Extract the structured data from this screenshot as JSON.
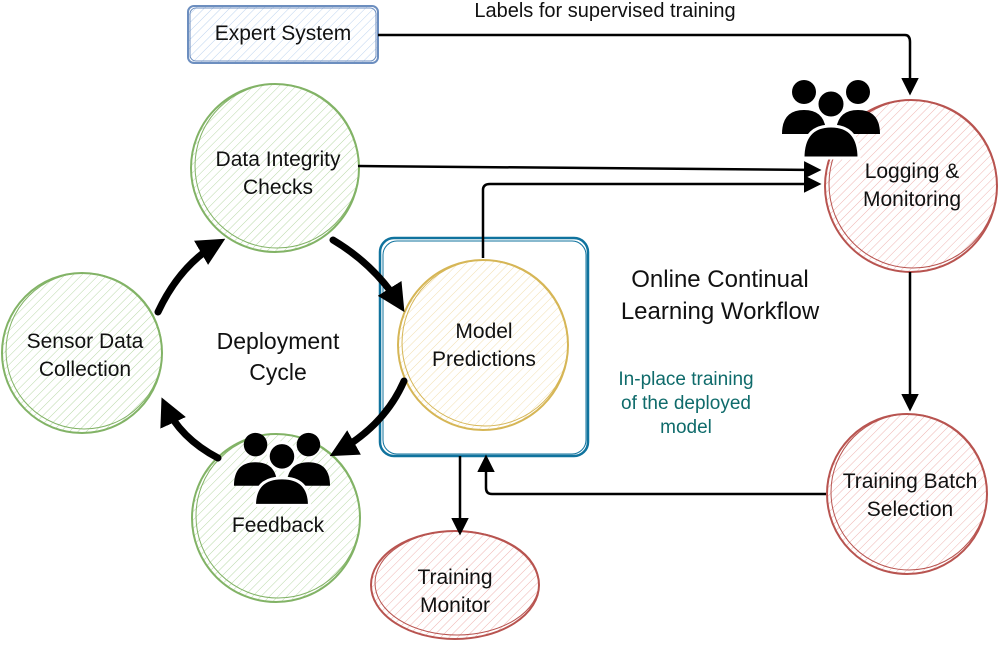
{
  "nodes": {
    "expert_system": "Expert System",
    "data_integrity": "Data Integrity\nChecks",
    "sensor_data": "Sensor Data\nCollection",
    "feedback": "Feedback",
    "model_predictions": "Model\nPredictions",
    "logging_monitoring": "Logging &\nMonitoring",
    "training_batch": "Training Batch\nSelection",
    "training_monitor": "Training\nMonitor"
  },
  "labels": {
    "supervised": "Labels for supervised training",
    "deployment_cycle": "Deployment\nCycle",
    "workflow_title": "Online Continual\nLearning Workflow",
    "inplace": "In-place training\nof the deployed\nmodel"
  },
  "icons": [
    "people-group-icon",
    "people-group-icon"
  ],
  "colors": {
    "green_stroke": "#82b366",
    "green_fill": "#d5e8d4",
    "red_stroke": "#b85450",
    "red_fill": "#f8cecc",
    "blue_stroke": "#6c8ebf",
    "blue_fill": "#dae8fc",
    "yellow_stroke": "#d6b656",
    "teal_stroke": "#10739e",
    "teal_text": "#0f6b6b"
  }
}
